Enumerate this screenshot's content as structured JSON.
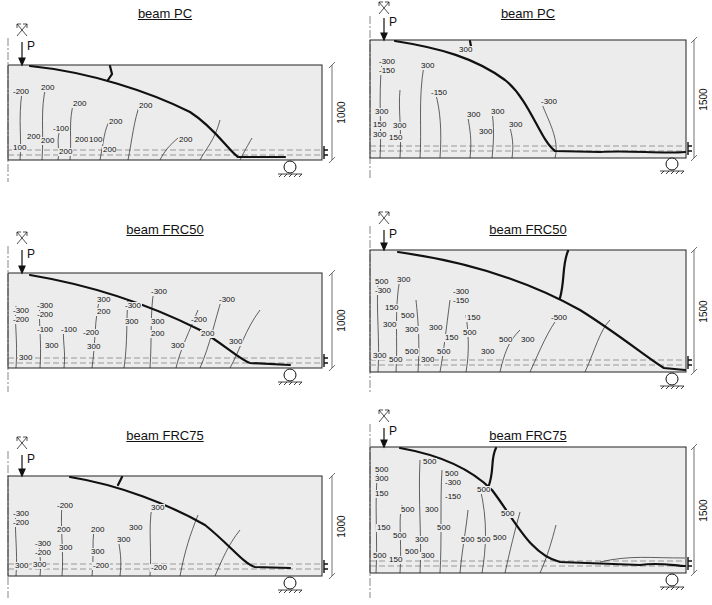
{
  "diagram": {
    "nodes": [
      {
        "text": [
          "beam PC"
        ]
      },
      {
        "text": [
          "beam PC"
        ]
      },
      {
        "text": [
          "beam FRC50"
        ]
      },
      {
        "text": [
          "beam FRC50"
        ]
      },
      {
        "text": [
          "beam FRC75"
        ]
      },
      {
        "text": [
          "beam FRC75"
        ]
      }
    ],
    "labels": [
      "P",
      "1000",
      "-200",
      "200",
      "200",
      "200",
      "200",
      "200",
      "-100",
      "200",
      "200",
      "200",
      "200",
      "100",
      "200",
      "100",
      "P",
      "1500",
      "-300",
      "-150",
      "300",
      "300",
      "-150",
      "-300",
      "300",
      "150",
      "300",
      "300",
      "300",
      "300",
      "300",
      "300",
      "150",
      "P",
      "1000",
      "-300",
      "-200",
      "-300",
      "-200",
      "-100",
      "300",
      "200",
      "-300",
      "-100",
      "-200",
      "300",
      "300",
      "300",
      "300",
      "300",
      "-300",
      "200",
      "300",
      "-200",
      "200",
      "-300",
      "300",
      "P",
      "1500",
      "500",
      "-300",
      "300",
      "150",
      "500",
      "300",
      "-300",
      "-150",
      "300",
      "300",
      "150",
      "500",
      "150",
      "-500",
      "300",
      "300",
      "500",
      "500",
      "300",
      "500",
      "300",
      "500",
      "P",
      "1000",
      "-300",
      "-200",
      "-200",
      "-300",
      "-200",
      "300",
      "300",
      "200",
      "300",
      "200",
      "300",
      "-200",
      "300",
      "300",
      "300",
      "-200",
      "P",
      "1500",
      "500",
      "300",
      "500",
      "500",
      "-300",
      "150",
      "-150",
      "500",
      "300",
      "500",
      "150",
      "500",
      "300",
      "500",
      "500",
      "500",
      "500",
      "500",
      "150",
      "500",
      "300",
      "500"
    ]
  }
}
